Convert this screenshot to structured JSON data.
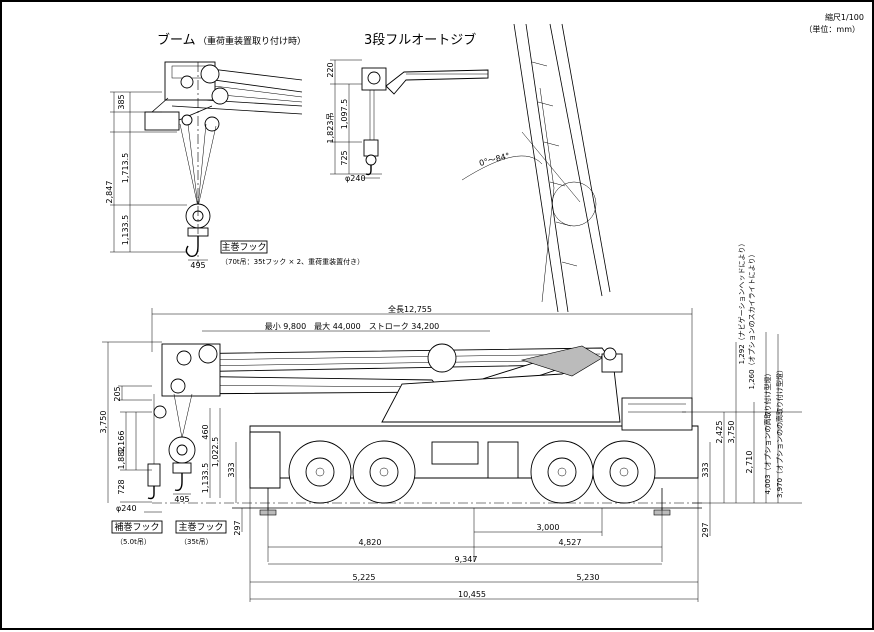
{
  "scale": {
    "label": "縮尺1/100",
    "unit": "（単位：mm）"
  },
  "titles": {
    "boom": "ブーム",
    "boom_note": "（重荷重装置取り付け時）",
    "jib": "3段フルオートジブ"
  },
  "jib_angle": "0°～84°",
  "boom_detail": {
    "dims": {
      "d385": "385",
      "d2847": "2,847",
      "d1713": "1,713.5",
      "d1133": "1,133.5",
      "d495": "495"
    },
    "hook_label": "主巻フック",
    "hook_note": "（70t吊：35tフック × 2、重荷重装置付き）"
  },
  "jib_detail": {
    "dims": {
      "d220": "220",
      "d1823": "1,823吊",
      "d1097": "1,097.5",
      "d725": "725",
      "d240": "φ240"
    }
  },
  "main": {
    "overall_length": "全長12,755",
    "boom_length": "最小 9,800　最大 44,000　ストローク 34,200",
    "left_dims": {
      "d3750": "3,750",
      "d205": "205",
      "d1166": "1,166",
      "d1882": "1,882",
      "d728": "728",
      "d240": "φ240"
    },
    "mid_dims": {
      "d460": "460",
      "d1022": "1,022.5",
      "d1133": "1,133.5",
      "d333": "333",
      "d495": "495"
    },
    "right_dims": {
      "d3750": "3,750",
      "d2425": "2,425",
      "d2710": "2,710",
      "d333": "333",
      "d297": "297",
      "d297b": "297"
    },
    "right_notes": {
      "n1": "1,292（ナビゲーションヘッドにより）",
      "n2": "1,260（オプションのスカイライトにより）",
      "n3": "4,003（オプションの高取り付け型燈）",
      "n4": "3,970（オプションのの高取り付け型燈）"
    },
    "bottom_dims": {
      "d3000": "3,000",
      "d4820": "4,820",
      "d4527": "4,527",
      "d9347": "9,347",
      "d5225": "5,225",
      "d5230": "5,230",
      "d10455": "10,455"
    },
    "aux_hook": {
      "label": "補巻フック",
      "note": "（5.0t吊）"
    },
    "main_hook": {
      "label": "主巻フック",
      "note": "（35t吊）"
    }
  }
}
